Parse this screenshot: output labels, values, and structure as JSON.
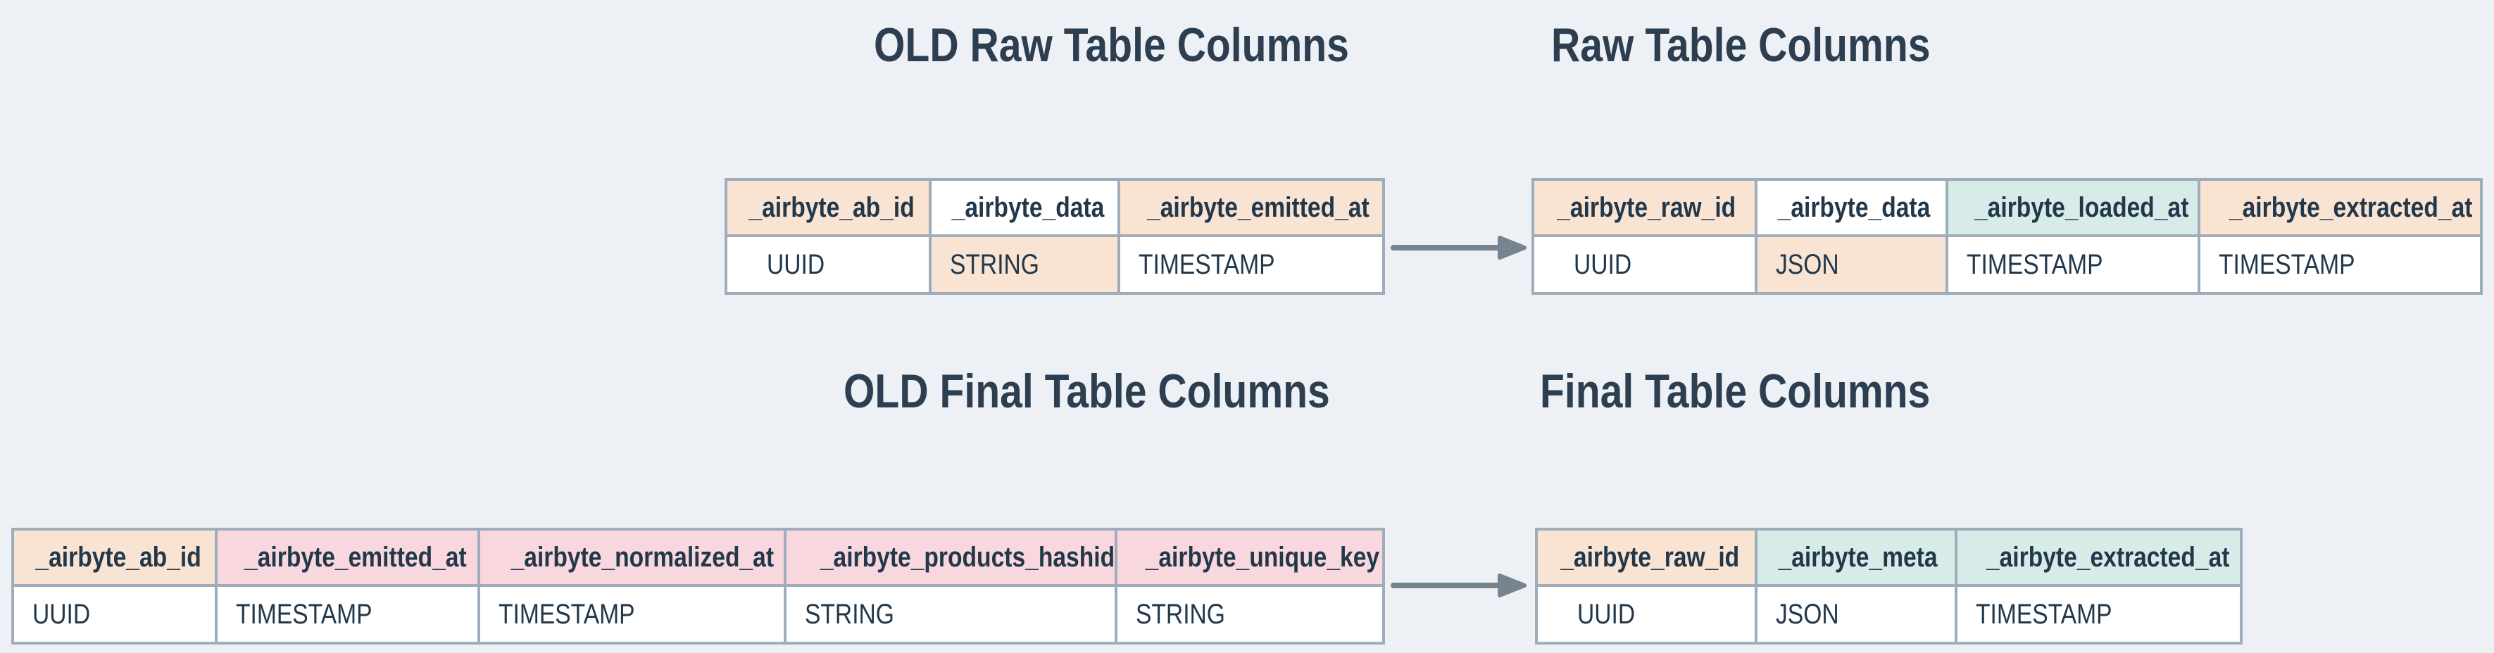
{
  "titles": {
    "old_raw": "OLD Raw Table Columns",
    "raw": "Raw Table Columns",
    "old_final": "OLD Final Table Columns",
    "final": "Final Table Columns"
  },
  "tables": [
    {
      "name": "old-raw-table",
      "columns": [
        {
          "name": "_airbyte_ab_id",
          "type": "UUID",
          "header_bg": "peach",
          "type_bg": "white"
        },
        {
          "name": "_airbyte_data",
          "type": "STRING",
          "header_bg": "white",
          "type_bg": "peach"
        },
        {
          "name": "_airbyte_emitted_at",
          "type": "TIMESTAMP",
          "header_bg": "peach",
          "type_bg": "white"
        }
      ]
    },
    {
      "name": "raw-table",
      "columns": [
        {
          "name": "_airbyte_raw_id",
          "type": "UUID",
          "header_bg": "peach",
          "type_bg": "white"
        },
        {
          "name": "_airbyte_data",
          "type": "JSON",
          "header_bg": "white",
          "type_bg": "peach"
        },
        {
          "name": "_airbyte_loaded_at",
          "type": "TIMESTAMP",
          "header_bg": "teal",
          "type_bg": "white"
        },
        {
          "name": "_airbyte_extracted_at",
          "type": "TIMESTAMP",
          "header_bg": "peach",
          "type_bg": "white"
        }
      ]
    },
    {
      "name": "old-final-table",
      "columns": [
        {
          "name": "_airbyte_ab_id",
          "type": "UUID",
          "header_bg": "peach",
          "type_bg": "white"
        },
        {
          "name": "_airbyte_emitted_at",
          "type": "TIMESTAMP",
          "header_bg": "pink",
          "type_bg": "white"
        },
        {
          "name": "_airbyte_normalized_at",
          "type": "TIMESTAMP",
          "header_bg": "pink",
          "type_bg": "white"
        },
        {
          "name": "_airbyte_products_hashid",
          "type": "STRING",
          "header_bg": "pink",
          "type_bg": "white"
        },
        {
          "name": "_airbyte_unique_key",
          "type": "STRING",
          "header_bg": "pink",
          "type_bg": "white"
        }
      ]
    },
    {
      "name": "final-table",
      "columns": [
        {
          "name": "_airbyte_raw_id",
          "type": "UUID",
          "header_bg": "peach",
          "type_bg": "white"
        },
        {
          "name": "_airbyte_meta",
          "type": "JSON",
          "header_bg": "teal",
          "type_bg": "white"
        },
        {
          "name": "_airbyte_extracted_at",
          "type": "TIMESTAMP",
          "header_bg": "teal",
          "type_bg": "white"
        }
      ]
    }
  ],
  "arrows": [
    {
      "name": "old-raw-to-raw",
      "direction": "right"
    },
    {
      "name": "old-final-to-final",
      "direction": "right"
    }
  ],
  "colors": {
    "background": "#edf1f5",
    "border": "#9fadba",
    "text": "#22384a",
    "title_text": "#2c3e50",
    "arrow": "#76848f",
    "peach": "#f9e3d2",
    "pink": "#f8d8de",
    "teal": "#d7ebe9",
    "white": "#ffffff"
  }
}
